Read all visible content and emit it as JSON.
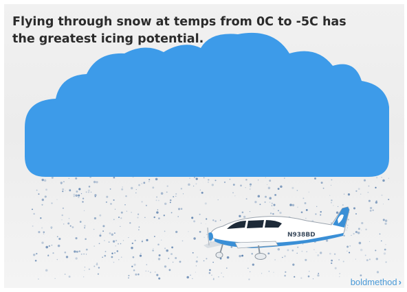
{
  "headline": {
    "line1": "Flying through snow at temps from 0C to -5C has",
    "line2": "the greatest icing potential."
  },
  "airplane": {
    "tail_number": "N938BD"
  },
  "brand": {
    "label": "boldmethod",
    "chevron": "›"
  },
  "colors": {
    "cloud": "#3d9be9",
    "background": "#eeeeee",
    "plane_body": "#ffffff",
    "plane_accent": "#3a8fd6",
    "snow": "#6f8fb6"
  }
}
